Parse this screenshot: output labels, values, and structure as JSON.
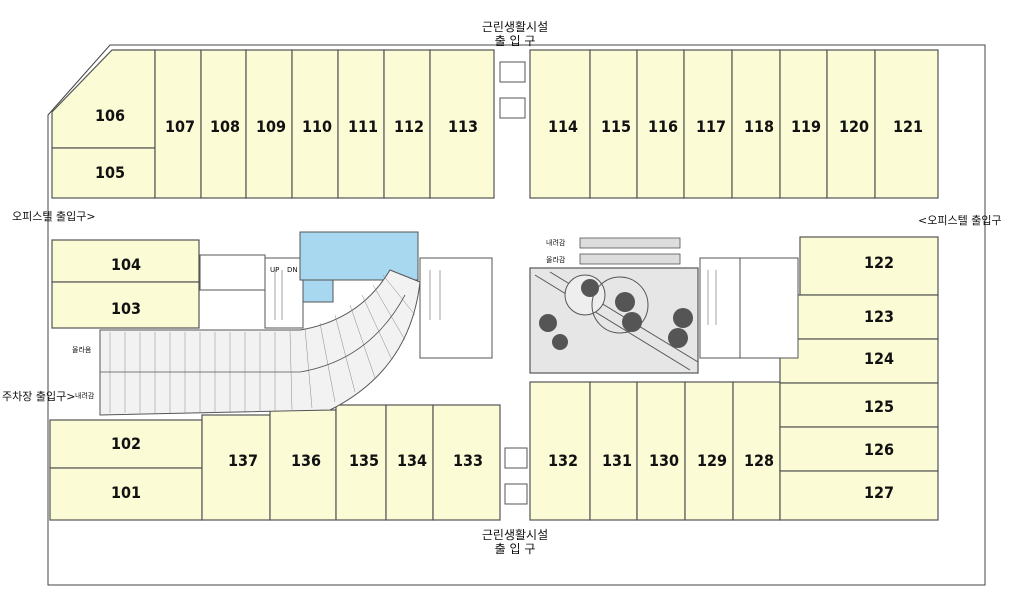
{
  "colors": {
    "unit_fill": "#fbfbd6",
    "wall": "#555555",
    "restroom": "#a8d8f0",
    "garden": "#e6e6e6"
  },
  "entrances": {
    "top": {
      "line1": "근린생활시설",
      "line2": "출 입 구"
    },
    "bottom": {
      "line1": "근린생활시설",
      "line2": "출 입 구"
    },
    "office_left": "오피스텔 출입구>",
    "office_right": "<오피스텔 출입구",
    "parking": "주차장 출입구>"
  },
  "ramp": {
    "up": "올라옴",
    "down": "내려감"
  },
  "escalator": {
    "down": "내려감",
    "up": "올라감"
  },
  "stairs": {
    "up": "UP",
    "down": "DN"
  },
  "units": [
    "101",
    "102",
    "103",
    "104",
    "105",
    "106",
    "107",
    "108",
    "109",
    "110",
    "111",
    "112",
    "113",
    "114",
    "115",
    "116",
    "117",
    "118",
    "119",
    "120",
    "121",
    "122",
    "123",
    "124",
    "125",
    "126",
    "127",
    "128",
    "129",
    "130",
    "131",
    "132",
    "133",
    "134",
    "135",
    "136",
    "137"
  ]
}
